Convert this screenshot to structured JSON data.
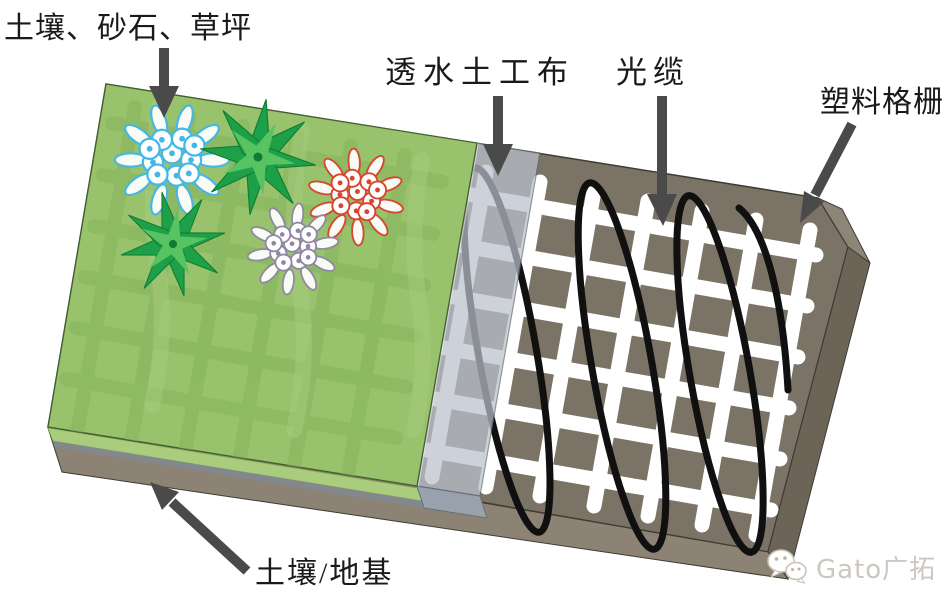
{
  "callouts": [
    {
      "id": "topsoil",
      "label": "土壤、砂石、草坪"
    },
    {
      "id": "geotextile",
      "label": "透水土工布"
    },
    {
      "id": "optical_cable",
      "label": "光缆"
    },
    {
      "id": "plastic_grid",
      "label": "塑料格栅"
    },
    {
      "id": "foundation",
      "label": "土壤/地基"
    }
  ],
  "watermark": {
    "text": "Gato广拓",
    "icon": "wechat-icon"
  },
  "colors": {
    "background": "#ffffff",
    "turf_green": "#98c26c",
    "turf_grid_shadow": "#86b15c",
    "turf_front": "#a9cd7d",
    "base_brown_top": "#7b7365",
    "base_brown_front": "#8c8375",
    "base_brown_side": "#6b6457",
    "grid_white": "#ffffff",
    "geotextile_gray": "#bac1cc",
    "cable_black": "#101010",
    "arrow_gray": "#4a4a4a",
    "label_text": "#1a1a1a",
    "watermark_text": "#ccc7c0",
    "flower_blue": "#45b7e6",
    "flower_red": "#d8452f",
    "flower_white_purple": "#8f87a2",
    "plant_green": "#1ea049"
  }
}
